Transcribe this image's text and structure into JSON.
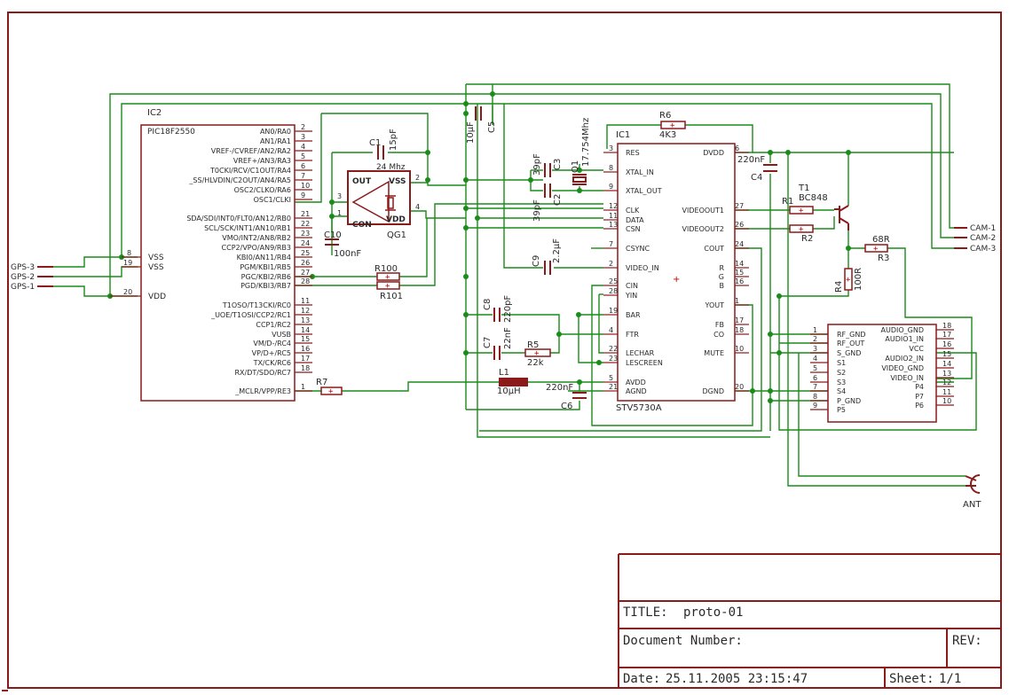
{
  "colors": {
    "frame": "#8b1a1a",
    "wire": "#1a8c1a",
    "node": "#1a8c1a",
    "component": "#8b1a1a",
    "text": "#2a2a2a",
    "pad": "#c00000"
  },
  "ic2": {
    "name": "IC2",
    "part": "PIC18F2550",
    "pins_left": [
      {
        "label": "AN0/RA0",
        "num": "2"
      },
      {
        "label": "AN1/RA1",
        "num": "3"
      },
      {
        "label": "VREF-/CVREF/AN2/RA2",
        "num": "4"
      },
      {
        "label": "VREF+/AN3/RA3",
        "num": "5"
      },
      {
        "label": "T0CKI/RCV/C1OUT/RA4",
        "num": "6"
      },
      {
        "label": "_SS/HLVDIN/C2OUT/AN4/RA5",
        "num": "7"
      },
      {
        "label": "OSC2/CLKO/RA6",
        "num": "10"
      },
      {
        "label": "OSC1/CLKI",
        "num": "9"
      },
      {
        "label": "SDA/SDI/INT0/FLT0/AN12/RB0",
        "num": "21"
      },
      {
        "label": "SCL/SCK/INT1/AN10/RB1",
        "num": "22"
      },
      {
        "label": "VMO/INT2/AN8/RB2",
        "num": "23"
      },
      {
        "label": "CCP2/VPO/AN9/RB3",
        "num": "24"
      },
      {
        "label": "KBI0/AN11/RB4",
        "num": "25"
      },
      {
        "label": "PGM/KBI1/RB5",
        "num": "26"
      },
      {
        "label": "PGC/KBI2/RB6",
        "num": "27"
      },
      {
        "label": "PGD/KBI3/RB7",
        "num": "28"
      },
      {
        "label": "T1OSO/T13CKI/RC0",
        "num": "11"
      },
      {
        "label": "_UOE/T1OSI/CCP2/RC1",
        "num": "12"
      },
      {
        "label": "CCP1/RC2",
        "num": "13"
      },
      {
        "label": "VUSB",
        "num": "14"
      },
      {
        "label": "VM/D-/RC4",
        "num": "15"
      },
      {
        "label": "VP/D+/RC5",
        "num": "16"
      },
      {
        "label": "TX/CK/RC6",
        "num": "17"
      },
      {
        "label": "RX/DT/SDO/RC7",
        "num": "18"
      },
      {
        "label": "_MCLR/VPP/RE3",
        "num": "1"
      }
    ],
    "power_pins": [
      {
        "label": "VSS",
        "num": "8"
      },
      {
        "label": "VSS",
        "num": "19"
      },
      {
        "label": "VDD",
        "num": "20"
      }
    ]
  },
  "ic1": {
    "name": "IC1",
    "part": "STV5730A",
    "left_pins": [
      {
        "label": "RES",
        "num": "3"
      },
      {
        "label": "XTAL_IN",
        "num": "8"
      },
      {
        "label": "XTAL_OUT",
        "num": "9"
      },
      {
        "label": "CLK",
        "num": "12"
      },
      {
        "label": "DATA",
        "num": "11"
      },
      {
        "label": "CSN",
        "num": "13"
      },
      {
        "label": "CSYNC",
        "num": "7"
      },
      {
        "label": "VIDEO_IN",
        "num": "2"
      },
      {
        "label": "CIN",
        "num": "25"
      },
      {
        "label": "YIN",
        "num": "28"
      },
      {
        "label": "BAR",
        "num": "19"
      },
      {
        "label": "FTR",
        "num": "4"
      },
      {
        "label": "LECHAR",
        "num": "22"
      },
      {
        "label": "LESCREEN",
        "num": "23"
      },
      {
        "label": "AVDD",
        "num": "5"
      },
      {
        "label": "AGND",
        "num": "21"
      }
    ],
    "right_pins": [
      {
        "label": "DVDD",
        "num": "6"
      },
      {
        "label": "VIDEOOUT1",
        "num": "27"
      },
      {
        "label": "VIDEOOUT2",
        "num": "26"
      },
      {
        "label": "COUT",
        "num": "24"
      },
      {
        "label": "R",
        "num": "14"
      },
      {
        "label": "G",
        "num": "15"
      },
      {
        "label": "B",
        "num": "16"
      },
      {
        "label": "YOUT",
        "num": "1"
      },
      {
        "label": "FB",
        "num": "17"
      },
      {
        "label": "CO",
        "num": "18"
      },
      {
        "label": "MUTE",
        "num": "10"
      },
      {
        "label": "DGND",
        "num": "20"
      }
    ]
  },
  "modulator": {
    "left_pins": [
      {
        "label": "RF_GND",
        "num": "1"
      },
      {
        "label": "RF_OUT",
        "num": "2"
      },
      {
        "label": "S_GND",
        "num": "3"
      },
      {
        "label": "S1",
        "num": "4"
      },
      {
        "label": "S2",
        "num": "5"
      },
      {
        "label": "S3",
        "num": "6"
      },
      {
        "label": "S4",
        "num": "7"
      },
      {
        "label": "P_GND",
        "num": "8"
      },
      {
        "label": "P5",
        "num": "9"
      }
    ],
    "right_pins": [
      {
        "label": "AUDIO_GND",
        "num": "18"
      },
      {
        "label": "AUDIO1_IN",
        "num": "17"
      },
      {
        "label": "VCC",
        "num": "16"
      },
      {
        "label": "AUDIO2_IN",
        "num": "15"
      },
      {
        "label": "VIDEO_GND",
        "num": "14"
      },
      {
        "label": "VIDEO_IN",
        "num": "13"
      },
      {
        "label": "P4",
        "num": "12"
      },
      {
        "label": "P7",
        "num": "11"
      },
      {
        "label": "P6",
        "num": "10"
      }
    ]
  },
  "oscillator": {
    "name": "QG1",
    "freq": "24 Mhz",
    "out": "OUT",
    "vss": "VSS",
    "vdd": "VDD",
    "con": "CON",
    "pins": [
      "3",
      "2",
      "1",
      "4"
    ]
  },
  "components": {
    "c1": {
      "name": "C1",
      "value": "15pF"
    },
    "c10": {
      "name": "C10",
      "value": "100nF"
    },
    "c5": {
      "name": "C5",
      "value": "10µF"
    },
    "c3": {
      "name": "C3",
      "value": "39pF"
    },
    "c2": {
      "name": "C2",
      "value": "39pF"
    },
    "q1": {
      "name": "Q1",
      "value": "17.754Mhz"
    },
    "r6": {
      "name": "R6",
      "value": "4K3"
    },
    "c4": {
      "name": "C4",
      "value": "220nF"
    },
    "c9": {
      "name": "C9",
      "value": "2.2µF"
    },
    "c8": {
      "name": "C8",
      "value": "220pF"
    },
    "c7": {
      "name": "C7",
      "value": "22nF"
    },
    "r5": {
      "name": "R5",
      "value": "22k"
    },
    "l1": {
      "name": "L1",
      "value": "10µH"
    },
    "c6": {
      "name": "C6",
      "value": "220nF"
    },
    "r7": {
      "name": "R7"
    },
    "r100": {
      "name": "R100"
    },
    "r101": {
      "name": "R101"
    },
    "t1": {
      "name": "T1",
      "value": "BC848"
    },
    "r1": {
      "name": "R1"
    },
    "r2": {
      "name": "R2"
    },
    "r3": {
      "name": "R3",
      "value": "68R"
    },
    "r4": {
      "name": "R4",
      "value": "100R"
    }
  },
  "connectors": {
    "gps": [
      "GPS-3",
      "GPS-2",
      "GPS-1"
    ],
    "cam": [
      "CAM-1",
      "CAM-2",
      "CAM-3"
    ],
    "antenna": "ANT"
  },
  "title_block": {
    "title_label": "TITLE:",
    "title_value": "proto-01",
    "doc_number_label": "Document Number:",
    "rev_label": "REV:",
    "date_label": "Date:",
    "date_value": "25.11.2005 23:15:47",
    "sheet_label": "Sheet:",
    "sheet_value": "1/1"
  }
}
